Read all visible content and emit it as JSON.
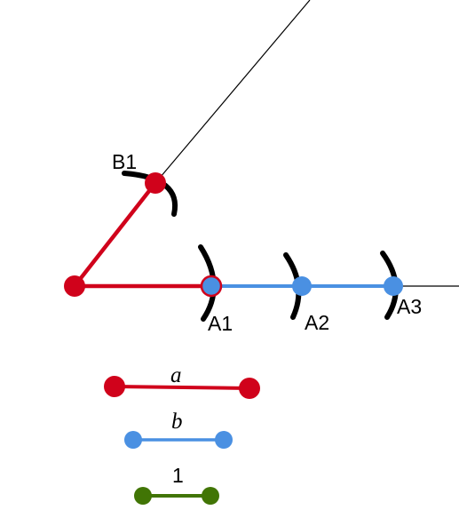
{
  "colors": {
    "red": "#d0021b",
    "blue": "#4a90e2",
    "green": "#417505",
    "ink": "#000000"
  },
  "points": {
    "b1": "B1",
    "a1": "A1",
    "a2": "A2",
    "a3": "A3"
  },
  "legend": {
    "a": "a",
    "b": "b",
    "unit": "1"
  }
}
